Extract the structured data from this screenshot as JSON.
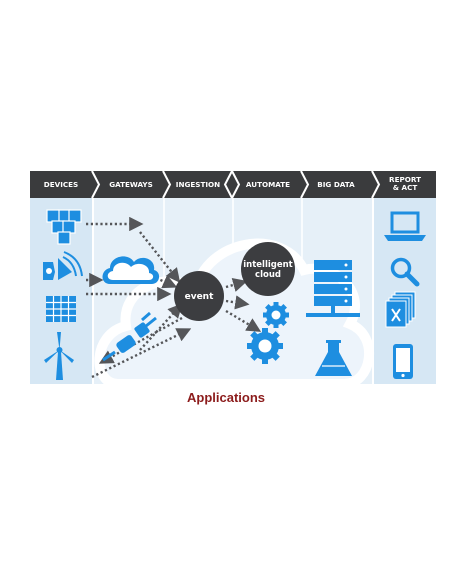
{
  "stages": [
    "DEVICES",
    "GATEWAYS",
    "INGESTION",
    "AUTOMATE",
    "BIG DATA",
    "REPORT & ACT"
  ],
  "nodes": {
    "event": "event",
    "cloud_line1": "intelligent",
    "cloud_line2": "cloud"
  },
  "caption": "Applications",
  "colors": {
    "header": "#3a3b3d",
    "panel": "#dceaf5",
    "icon_blue": "#1e8ee0",
    "node_dark": "#3c3d40",
    "arrow": "#555659",
    "caption": "#8c1c1c"
  },
  "icons": {
    "devices": [
      "cubes-icon",
      "sensor-icon",
      "solar-panel-icon",
      "wind-turbine-icon"
    ],
    "gateways": [
      "cloud-icon",
      "plug-icon"
    ],
    "automate": [
      "gear-icon",
      "gear-icon"
    ],
    "big_data": [
      "server-icon",
      "flask-icon"
    ],
    "report": [
      "laptop-icon",
      "magnifier-icon",
      "spreadsheet-icon",
      "phone-icon"
    ]
  }
}
